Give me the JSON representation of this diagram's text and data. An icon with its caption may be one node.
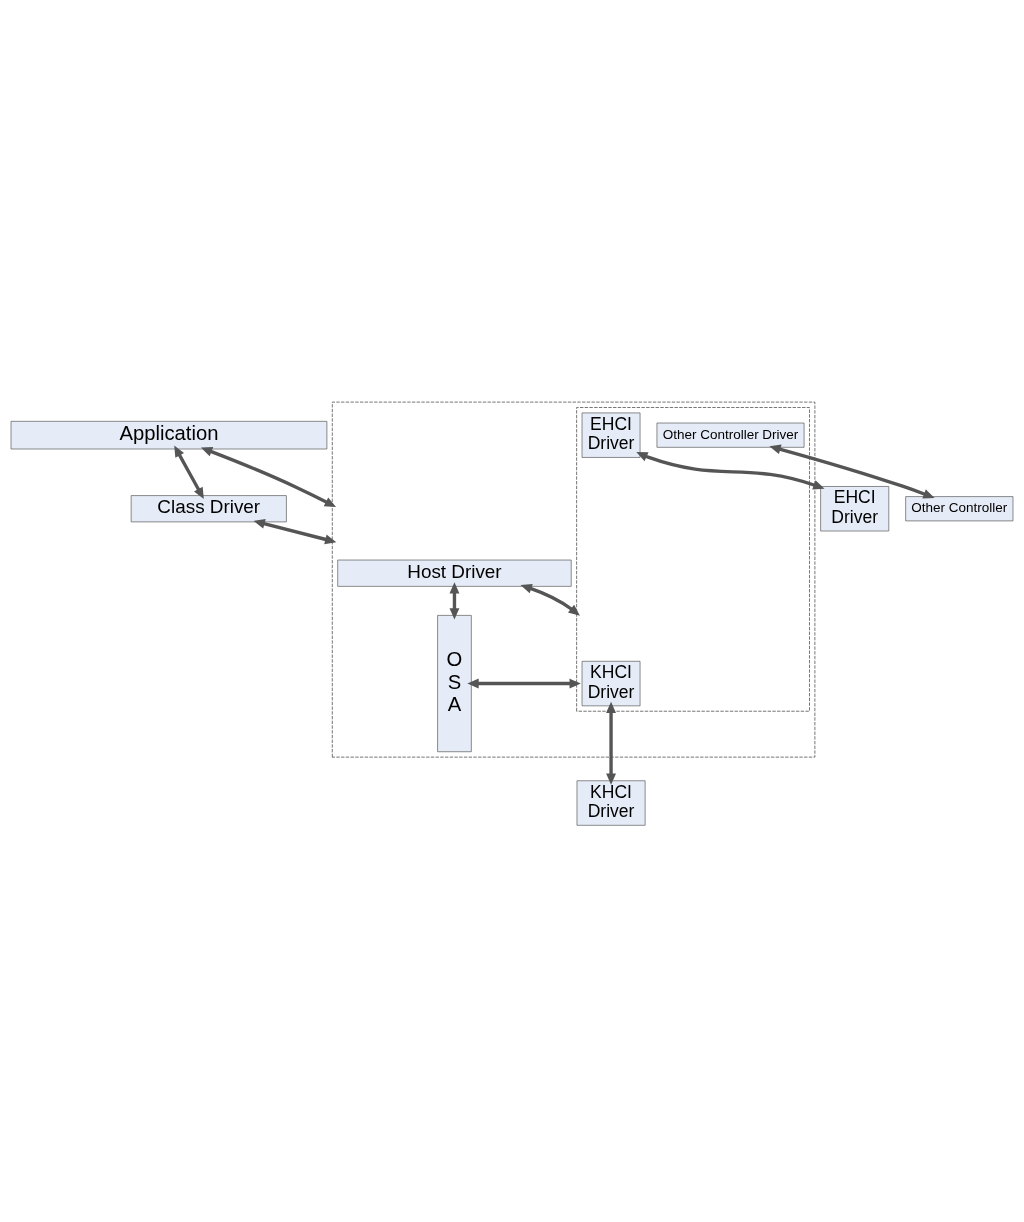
{
  "diagram": {
    "nodes": [
      {
        "text": [
          "Application"
        ]
      },
      {
        "text": [
          "Class Driver"
        ]
      },
      {
        "text": [],
        "shape": "box"
      },
      {
        "text": [
          "Host Driver"
        ],
        "in": 2
      },
      {
        "text": [
          "O S A"
        ],
        "in": 2
      },
      {
        "text": [],
        "shape": "box",
        "in": 2
      },
      {
        "text": [
          "KHCI Driver"
        ],
        "in": 5
      },
      {
        "text": [
          "EHCI Driver"
        ],
        "in": 5
      },
      {
        "text": [
          "Other Controller Driver"
        ],
        "in": 5
      },
      {
        "text": [
          "KHCI Driver"
        ]
      },
      {
        "text": [
          "EHCI Driver"
        ]
      },
      {
        "text": [
          "Other Controller"
        ]
      }
    ],
    "edges": [
      {
        "from": 0,
        "to": 2,
        "arrow": "both"
      },
      {
        "from": 0,
        "to": 1,
        "arrow": "both"
      },
      {
        "from": 1,
        "to": 2,
        "arrow": "both"
      },
      {
        "from": 3,
        "to": 4,
        "arrow": "both"
      },
      {
        "from": 3,
        "to": 5,
        "arrow": "both"
      },
      {
        "from": 5,
        "to": 4,
        "arrow": "both"
      },
      {
        "from": 6,
        "to": 9,
        "arrow": "both"
      },
      {
        "from": 7,
        "to": 10,
        "arrow": "both"
      },
      {
        "from": 8,
        "to": 11,
        "arrow": "both"
      }
    ]
  }
}
